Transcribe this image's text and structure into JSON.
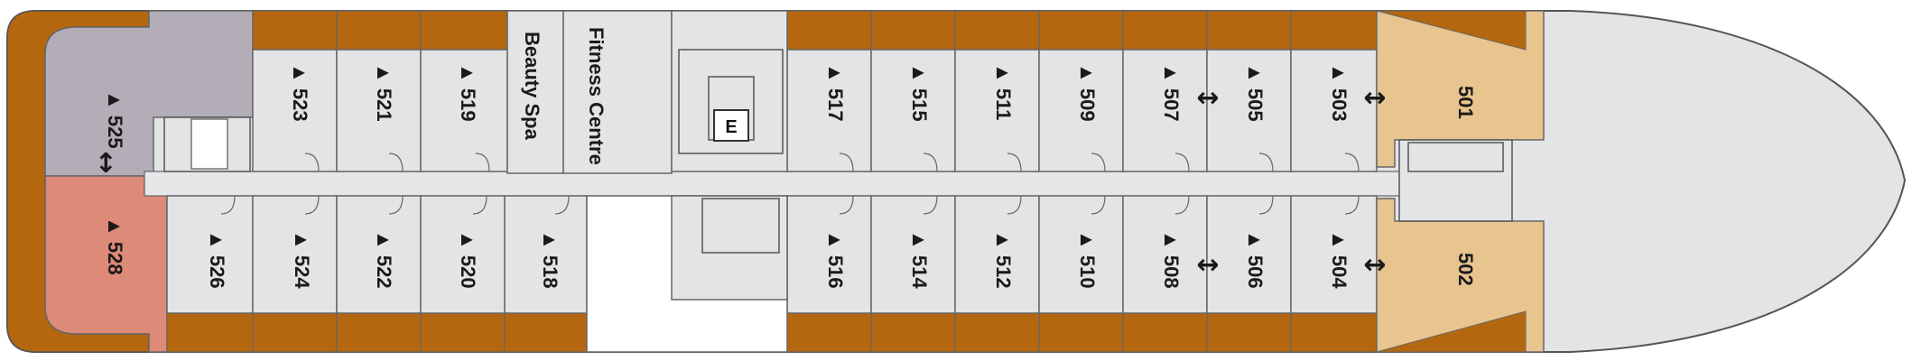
{
  "deck": {
    "colors": {
      "balcony": "#b5670f",
      "cabin": "#e3e4e5",
      "corridor": "#e6e7e8",
      "suite_501_502": "#e8c48f",
      "cabin_525": "#b3adb7",
      "cabin_528": "#dd8a78",
      "hull_outline": "#555555",
      "wall": "#666666"
    },
    "cabins_top": [
      {
        "id": "c525",
        "number": "525",
        "accessible": true
      },
      {
        "id": "c523",
        "number": "523",
        "accessible": true
      },
      {
        "id": "c521",
        "number": "521",
        "accessible": true
      },
      {
        "id": "c519",
        "number": "519",
        "accessible": true
      },
      {
        "id": "c517",
        "number": "517",
        "accessible": true
      },
      {
        "id": "c515",
        "number": "515",
        "accessible": true
      },
      {
        "id": "c511",
        "number": "511",
        "accessible": true
      },
      {
        "id": "c509",
        "number": "509",
        "accessible": true
      },
      {
        "id": "c507",
        "number": "507",
        "accessible": true
      },
      {
        "id": "c505",
        "number": "505",
        "accessible": true
      },
      {
        "id": "c503",
        "number": "503",
        "accessible": true
      },
      {
        "id": "c501",
        "number": "501",
        "accessible": false
      }
    ],
    "cabins_bottom": [
      {
        "id": "c528",
        "number": "528",
        "accessible": true
      },
      {
        "id": "c526",
        "number": "526",
        "accessible": true
      },
      {
        "id": "c524",
        "number": "524",
        "accessible": true
      },
      {
        "id": "c522",
        "number": "522",
        "accessible": true
      },
      {
        "id": "c520",
        "number": "520",
        "accessible": true
      },
      {
        "id": "c518",
        "number": "518",
        "accessible": true
      },
      {
        "id": "c516",
        "number": "516",
        "accessible": true
      },
      {
        "id": "c514",
        "number": "514",
        "accessible": true
      },
      {
        "id": "c512",
        "number": "512",
        "accessible": true
      },
      {
        "id": "c510",
        "number": "510",
        "accessible": true
      },
      {
        "id": "c508",
        "number": "508",
        "accessible": true
      },
      {
        "id": "c506",
        "number": "506",
        "accessible": true
      },
      {
        "id": "c504",
        "number": "504",
        "accessible": true
      },
      {
        "id": "c502",
        "number": "502",
        "accessible": false
      }
    ],
    "facilities": {
      "beauty_spa": "Beauty Spa",
      "fitness_centre": "Fitness Centre",
      "elevator": "E"
    },
    "accessible_marker": "▲",
    "connecting_marker": "↔"
  }
}
